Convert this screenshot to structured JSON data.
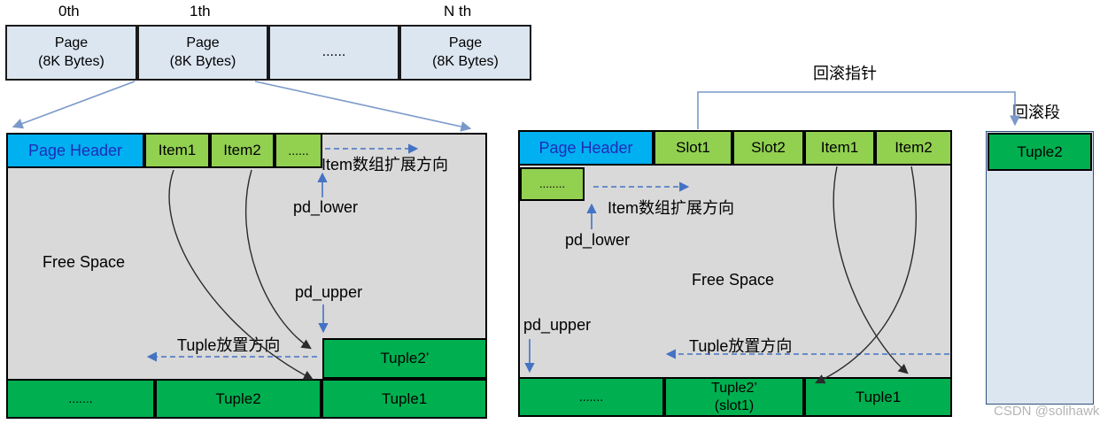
{
  "title_row": {
    "labels": [
      "0th",
      "1th",
      "N th"
    ],
    "pages": [
      {
        "line1": "Page",
        "line2": "(8K Bytes)"
      },
      {
        "line1": "Page",
        "line2": "(8K Bytes)"
      },
      {
        "line1": "......",
        "line2": ""
      },
      {
        "line1": "Page",
        "line2": "(8K Bytes)"
      }
    ]
  },
  "left_page": {
    "header_label": "Page Header",
    "items": [
      "Item1",
      "Item2",
      "......"
    ],
    "item_expand_direction": "Item数组扩展方向",
    "pd_lower_label": "pd_lower",
    "pd_upper_label": "pd_upper",
    "free_space_label": "Free Space",
    "tuple_direction": "Tuple放置方向",
    "tuple2_new_label": "Tuple2’",
    "bottom_dots": ".......",
    "tuple2_label": "Tuple2",
    "tuple1_label": "Tuple1"
  },
  "right_page": {
    "header_label": "Page Header",
    "slots": [
      "Slot1",
      "Slot2",
      "Item1",
      "Item2"
    ],
    "overflow_cell": "........",
    "item_expand_direction": "Item数组扩展方向",
    "pd_lower_label": "pd_lower",
    "pd_upper_label": "pd_upper",
    "free_space_label": "Free Space",
    "tuple_direction": "Tuple放置方向",
    "bottom_dots": ".......",
    "tuple2_line1": "Tuple2’",
    "tuple2_line2": "(slot1)",
    "tuple1_label": "Tuple1"
  },
  "rollback": {
    "pointer_label": "回滚指针",
    "segment_label": "回滚段",
    "tuple_label": "Tuple2"
  },
  "watermark": "CSDN @solihawk",
  "colors": {
    "page_fill": "#dce6f1",
    "header_fill": "#00b0f0",
    "header_text": "#1f2cb8",
    "item_fill": "#92d050",
    "tuple_fill": "#00b050",
    "body_fill": "#d9d9d9",
    "arrow_blue": "#4472c4",
    "line_steel": "#7a99c9",
    "curve_black": "#2b2b2b"
  }
}
